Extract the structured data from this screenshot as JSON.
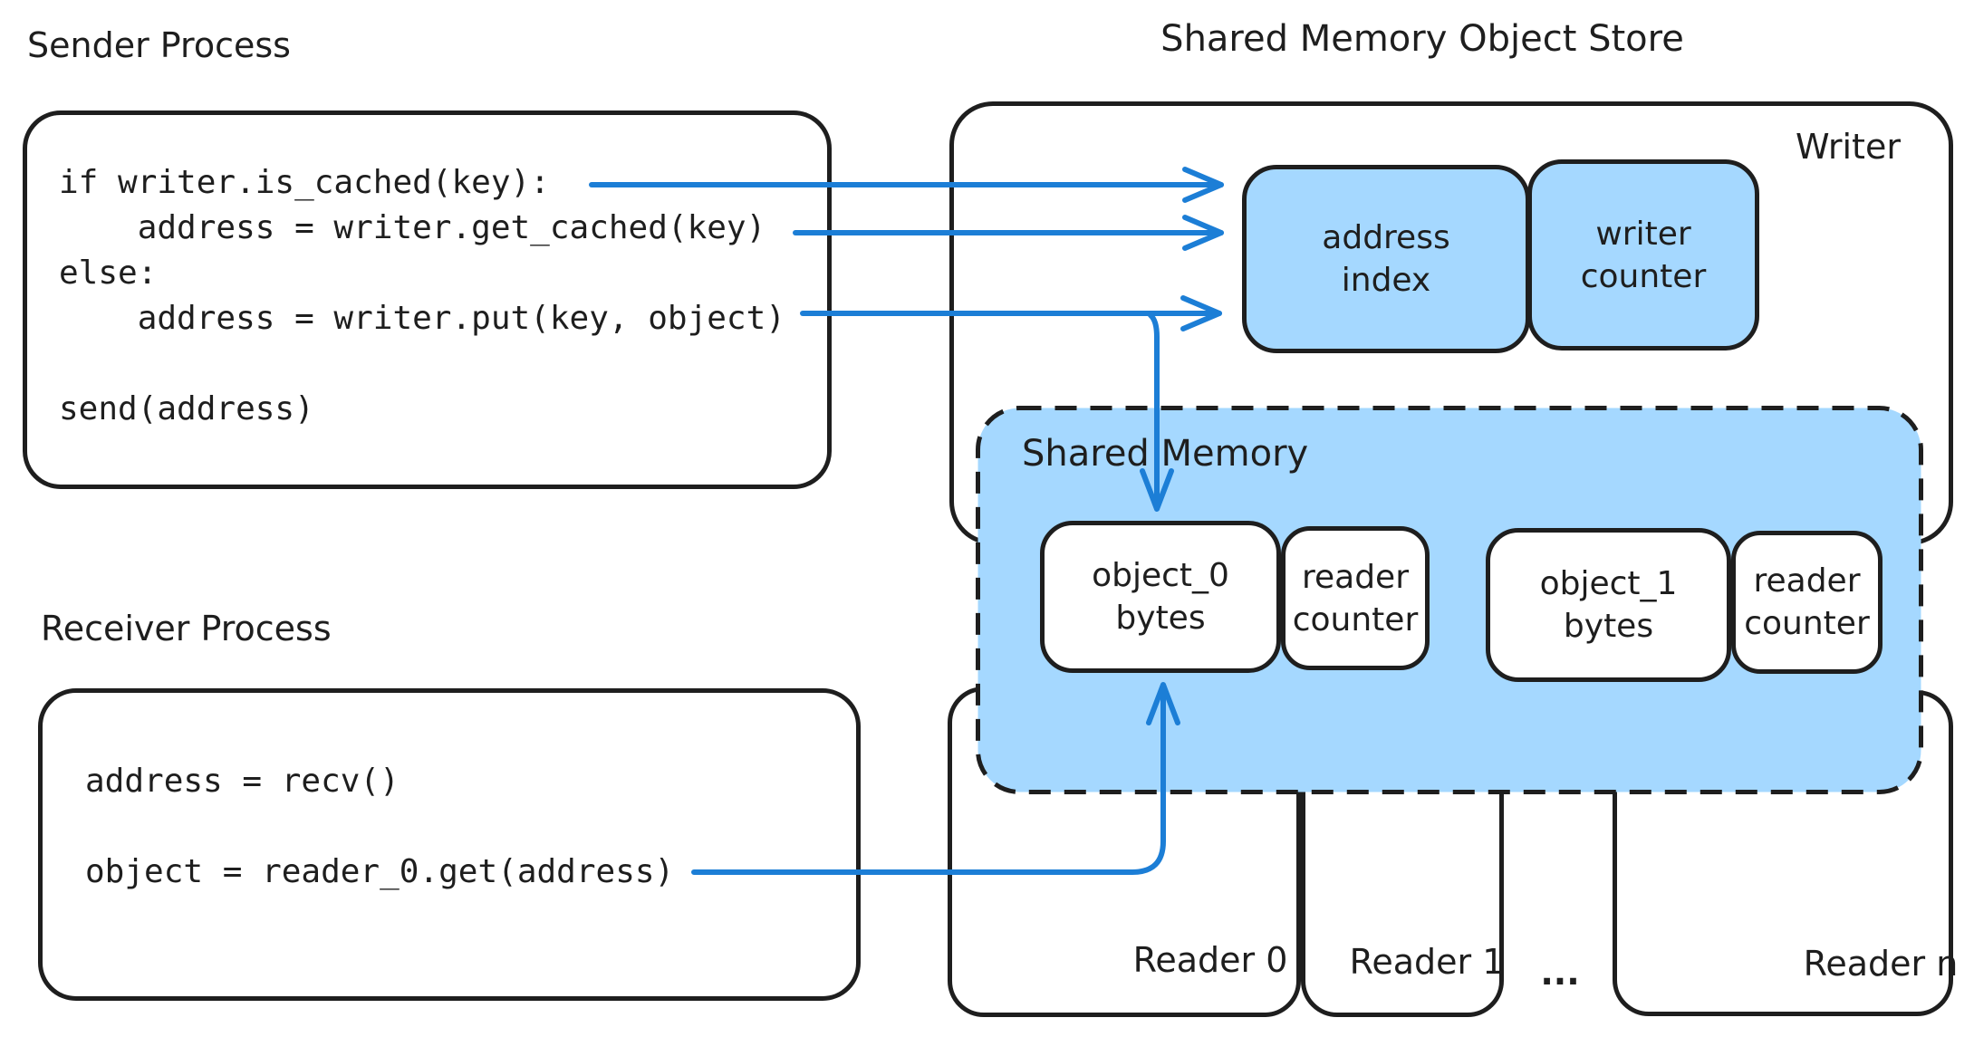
{
  "colors": {
    "ink": "#1e1e1e",
    "arrow_blue": "#1c7ed6",
    "fill_blue": "#a5d8ff",
    "background": "#ffffff"
  },
  "sender": {
    "title": "Sender Process",
    "code": "if writer.is_cached(key):\n    address = writer.get_cached(key)\nelse:\n    address = writer.put(key, object)\n\nsend(address)"
  },
  "receiver": {
    "title": "Receiver Process",
    "code": "address = recv()\n\nobject = reader_0.get(address)"
  },
  "store": {
    "title": "Shared Memory Object Store",
    "writer": {
      "label": "Writer",
      "address_index": "address\nindex",
      "writer_counter": "writer\ncounter"
    },
    "shared_memory": {
      "label": "Shared Memory",
      "slots": [
        {
          "object": "object_0\nbytes",
          "counter": "reader\ncounter"
        },
        {
          "object": "object_1\nbytes",
          "counter": "reader\ncounter"
        }
      ]
    },
    "readers": {
      "reader0": "Reader 0",
      "reader1": "Reader 1",
      "ellipsis": "...",
      "readerN": "Reader n"
    }
  }
}
